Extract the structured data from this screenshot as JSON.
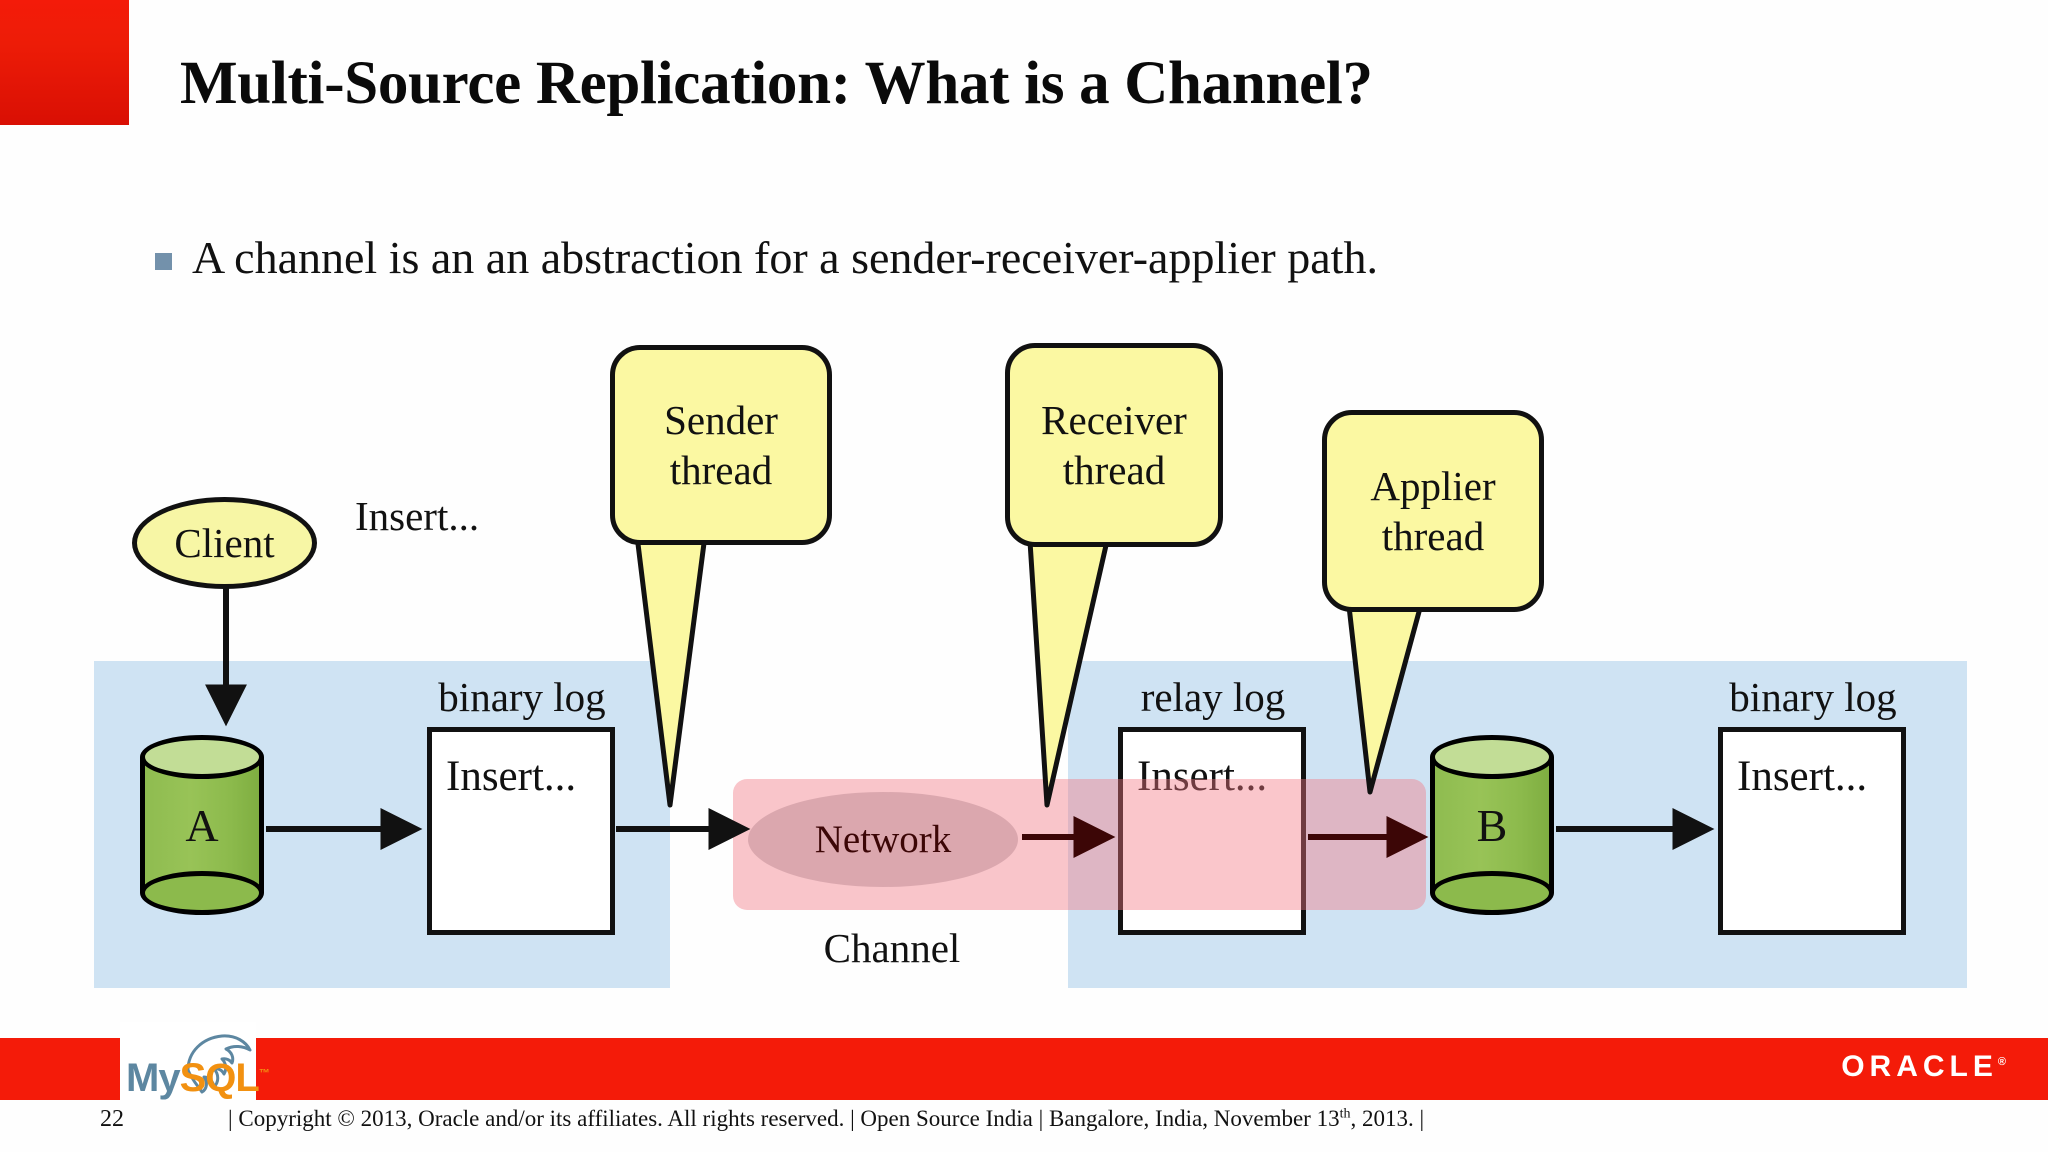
{
  "slide": {
    "title": "Multi-Source Replication: What is a Channel?",
    "bullet": "A channel is an an abstraction for a sender-receiver-applier path.",
    "page_number": "22"
  },
  "diagram": {
    "client_label": "Client",
    "insert_free_label": "Insert...",
    "source_db_label": "A",
    "replica_db_label": "B",
    "binlog_source_label": "binary log",
    "binlog_source_content": "Insert...",
    "relaylog_label": "relay log",
    "relaylog_content": "Insert...",
    "binlog_replica_label": "binary log",
    "binlog_replica_content": "Insert...",
    "network_label": "Network",
    "channel_label": "Channel",
    "callouts": [
      {
        "line1": "Sender",
        "line2": "thread"
      },
      {
        "line1": "Receiver",
        "line2": "thread"
      },
      {
        "line1": "Applier",
        "line2": "thread"
      }
    ]
  },
  "footer": {
    "copyright": "| Copyright © 2013, Oracle and/or its affiliates. All rights reserved. | Open Source India | Bangalore, India, November 13",
    "superscript": "th",
    "copyright_tail": ", 2013. |",
    "mysql_my": "My",
    "mysql_sql": "SQL",
    "mysql_tm": "™",
    "oracle": "ORACLE",
    "oracle_tm": "®"
  },
  "colors": {
    "brand_red": "#f41b09",
    "band_blue": "#cfe3f3",
    "channel_pink": "#f47882",
    "callout_yellow": "#fbf8a2",
    "db_green": "#8cba4c",
    "bullet_blue": "#7391ab",
    "mysql_blue": "#5d87a1",
    "mysql_orange": "#f29111"
  }
}
